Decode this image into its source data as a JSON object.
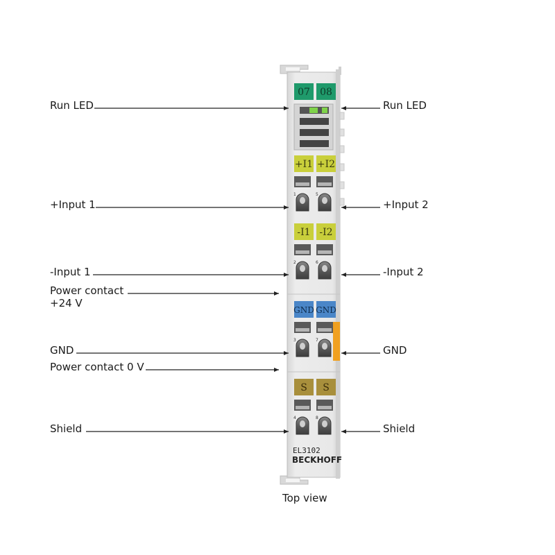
{
  "caption": "Top view",
  "module": {
    "model": "EL3102",
    "brand": "BECKHOFF"
  },
  "tags": {
    "led": [
      "07",
      "08"
    ],
    "plus_inputs": [
      "+I1",
      "+I2"
    ],
    "minus_inputs": [
      "-I1",
      "-I2"
    ],
    "gnd": [
      "GND",
      "GND"
    ],
    "shield": [
      "S",
      "S"
    ]
  },
  "terminal_numbers": [
    "1",
    "5",
    "2",
    "6",
    "3",
    "7",
    "4",
    "8"
  ],
  "left_labels": {
    "run_led": "Run LED",
    "input1_plus": "+Input 1",
    "input1_minus": "-Input 1",
    "power_24_line1": "Power contact",
    "power_24_line2": "+24 V",
    "gnd": "GND",
    "power_0v": "Power contact 0 V",
    "shield": "Shield"
  },
  "right_labels": {
    "run_led": "Run LED",
    "input2_plus": "+Input 2",
    "input2_minus": "-Input 2",
    "gnd": "GND",
    "shield": "Shield"
  },
  "colors": {
    "led_tag": "#1f9a6b",
    "input_tag": "#c9cf3b",
    "gnd_tag": "#4a86c8",
    "shield_tag": "#a88f3c",
    "housing": "#e6e6e6",
    "orange_latch": "#f0a020"
  }
}
